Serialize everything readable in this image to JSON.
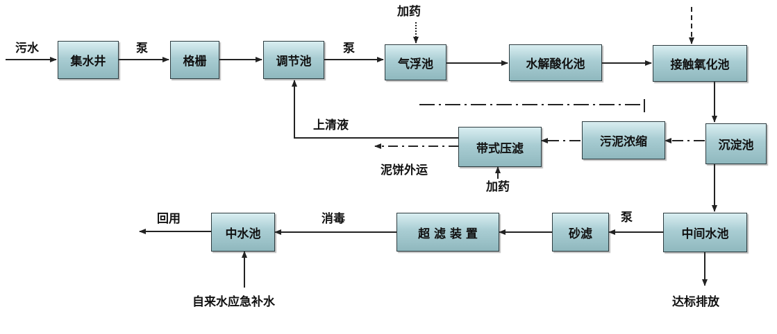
{
  "diagram": {
    "nodes": {
      "jishuijing": "集水井",
      "geshan": "格栅",
      "tiaojiechi": "调节池",
      "qifuchi": "气浮池",
      "shuijiesuanhuachi": "水解酸化池",
      "jiechuyanghuachi": "接触氧化池",
      "chendianchi": "沉淀池",
      "wunitnongsuo": "污泥浓缩",
      "daishiyalv": "带式压滤",
      "zhongjianshuichi": "中间水池",
      "shalv": "砂滤",
      "chaolvzhuangzhi": "超 滤 装 置",
      "zhongshuichi": "中水池"
    },
    "labels": {
      "wushui": "污水",
      "beng1": "泵",
      "beng2": "泵",
      "beng3": "泵",
      "jiayao_top": "加药",
      "jiayao_bottom": "加药",
      "shangqingye": "上清液",
      "nibingwaiyun": "泥饼外运",
      "xiaodu": "消毒",
      "huiyong": "回用",
      "zilaishui": "自来水应急补水",
      "dabiaopaifang": "达标排放"
    }
  }
}
